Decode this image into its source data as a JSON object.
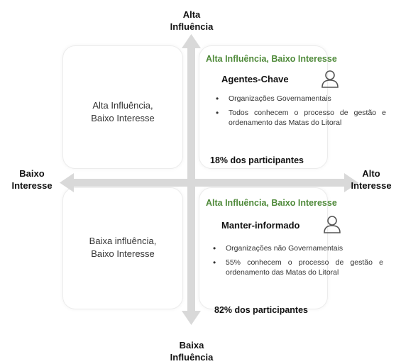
{
  "axes": {
    "top": [
      "Alta",
      "Influência"
    ],
    "bottom": [
      "Baixa",
      "Influência"
    ],
    "left": [
      "Baixo",
      "Interesse"
    ],
    "right": [
      "Alto",
      "Interesse"
    ]
  },
  "quadrants": {
    "top_left": [
      "Alta Influência,",
      "Baixo Interesse"
    ],
    "bottom_left": [
      "Baixa influência,",
      "Baixo Interesse"
    ],
    "top_right": {
      "heading": "Alta Influência, Baixo Interesse",
      "title": "Agentes-Chave",
      "icon": "person-icon",
      "bullets": [
        "Organizações Governamentais",
        "Todos conhecem o processo de gestão e ordenamento das Matas do Litoral"
      ],
      "summary": "18% dos participantes"
    },
    "bottom_right": {
      "heading": "Alta Influência, Baixo Interesse",
      "title": "Manter-informado",
      "icon": "person-icon",
      "bullets": [
        "Organizações não Governamentais",
        "55% conhecem o processo de gestão e ordenamento das Matas do Litoral"
      ],
      "summary": "82% dos participantes"
    }
  },
  "colors": {
    "axis": "#d9d9d9",
    "heading_green": "#4f8a3a"
  }
}
